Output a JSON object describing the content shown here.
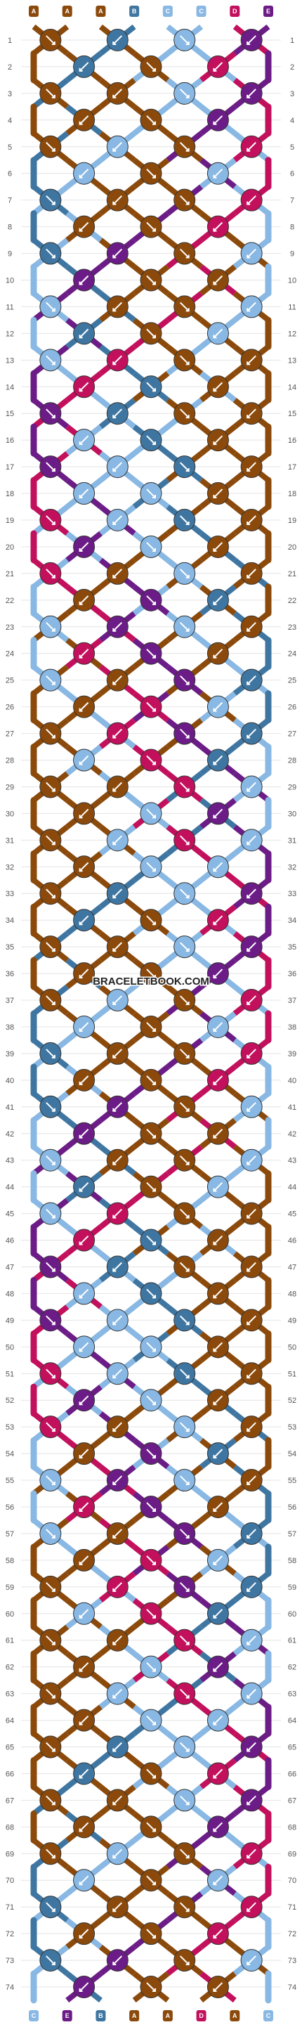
{
  "watermark": "BRACELETBOOK.COM",
  "colors": {
    "A": "#8B4A0B",
    "B": "#3F76A1",
    "C": "#88B8E3",
    "D": "#C2105C",
    "E": "#6C1C86"
  },
  "strings": [
    "A",
    "A",
    "A",
    "B",
    "C",
    "C",
    "D",
    "E"
  ],
  "rows": 74
}
